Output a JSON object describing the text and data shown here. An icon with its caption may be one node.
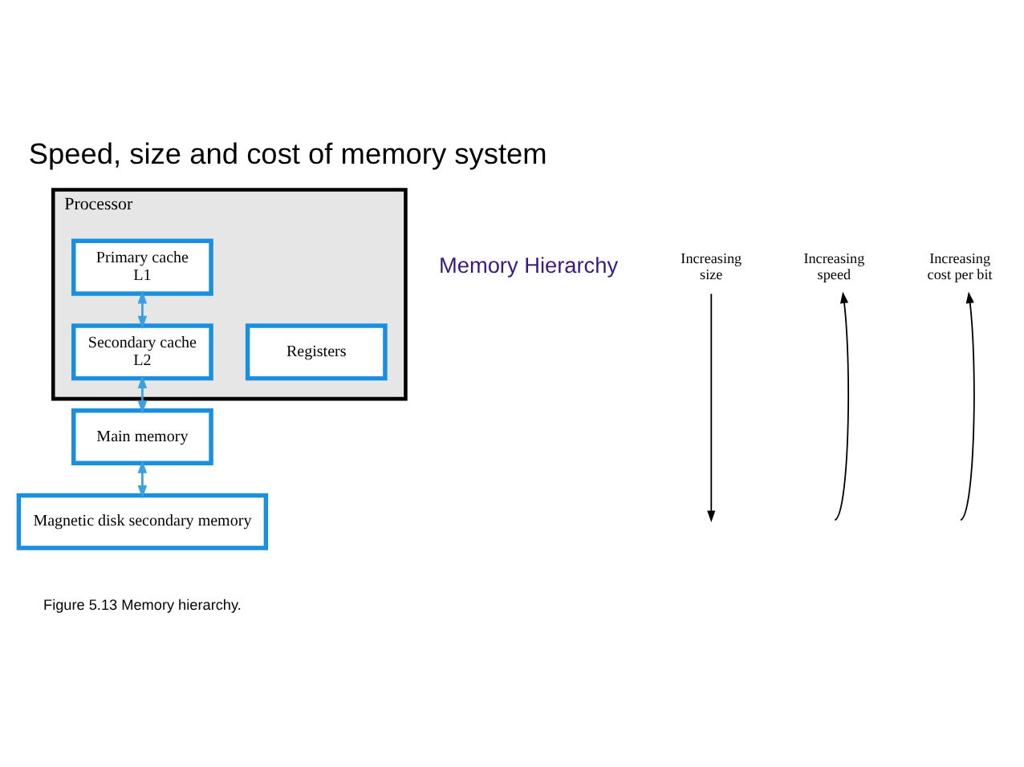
{
  "diagram": {
    "title": "Speed, size and cost of memory system",
    "caption": "Figure 5.13 Memory hierarchy.",
    "nodes": [
      {
        "text": [
          "Processor"
        ]
      },
      {
        "text": [
          "Registers"
        ],
        "in": 0
      },
      {
        "text": [
          "Primary cache",
          "L1"
        ],
        "in": 0
      },
      {
        "text": [
          "Secondary cache",
          "L2"
        ],
        "in": 0
      },
      {
        "text": [
          "Main memory"
        ]
      },
      {
        "text": [
          "Magnetic disk secondary memory"
        ]
      }
    ],
    "edges": [
      {
        "from": 2,
        "to": 3,
        "arrow": "both"
      },
      {
        "from": 3,
        "to": 4,
        "arrow": "both"
      },
      {
        "from": 4,
        "to": 5,
        "arrow": "both"
      }
    ],
    "labels": [
      "Memory Hierarchy",
      "Increasing size",
      "Increasing speed",
      "Increasing cost per bit"
    ]
  }
}
